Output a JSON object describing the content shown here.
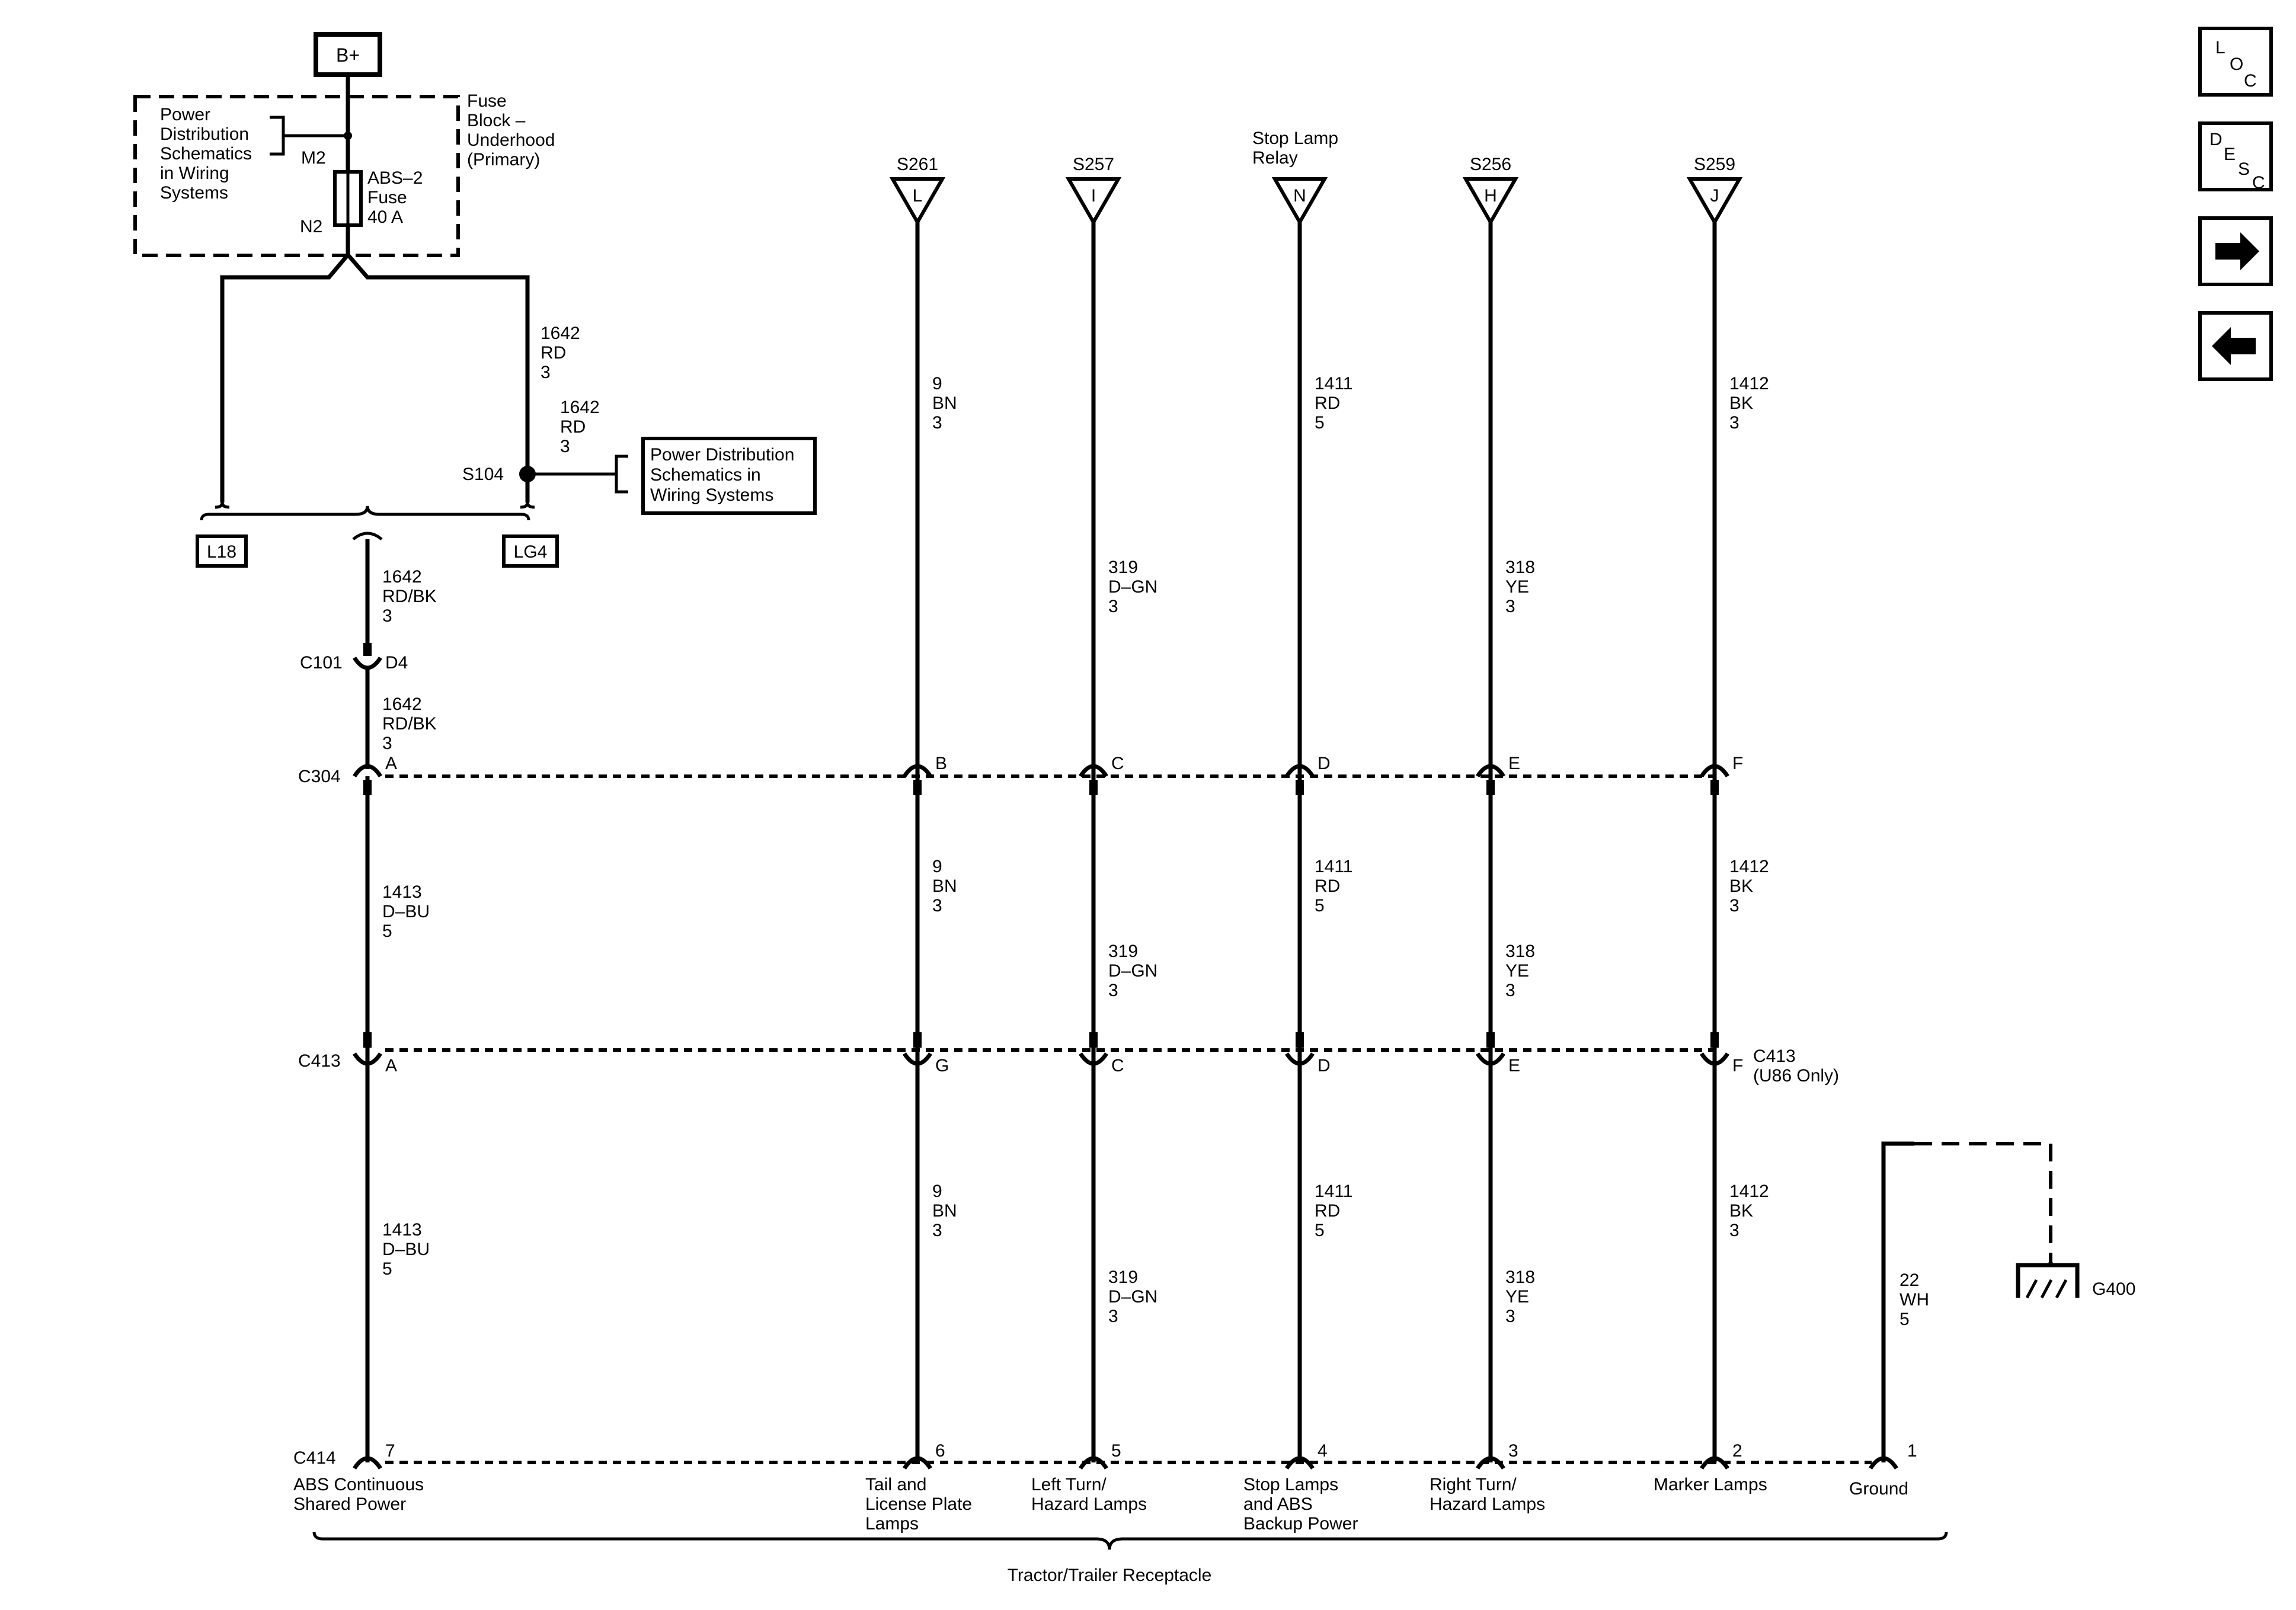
{
  "supply": {
    "bplus": "B+",
    "pds_note": [
      "Power",
      "Distribution",
      "Schematics",
      "in Wiring",
      "Systems"
    ],
    "fuse_block": [
      "Fuse",
      "Block –",
      "Underhood",
      "(Primary)"
    ],
    "fuse_name": [
      "ABS–2",
      "Fuse",
      "40 A"
    ],
    "pin_m2": "M2",
    "pin_n2": "N2",
    "wire_upper": [
      "1642",
      "RD",
      "3"
    ],
    "wire_lower": [
      "1642",
      "RD",
      "3"
    ],
    "splice_s104": "S104",
    "pds_box": [
      "Power Distribution",
      "Schematics in",
      "Wiring  Systems"
    ],
    "option_l18": "L18",
    "option_lg4": "LG4",
    "wire_rdbk_1": [
      "1642",
      "RD/BK",
      "3"
    ],
    "c101": "C101",
    "c101_pin": "D4",
    "wire_rdbk_2": [
      "1642",
      "RD/BK",
      "3"
    ],
    "wire_dbu_1": [
      "1413",
      "D–BU",
      "5"
    ],
    "wire_dbu_2": [
      "1413",
      "D–BU",
      "5"
    ]
  },
  "connectors": {
    "c304": "C304",
    "c413": "C413",
    "c413_note": [
      "C413",
      "(U86 Only)"
    ],
    "c414": "C414",
    "c304_pins": [
      "A",
      "B",
      "C",
      "D",
      "E",
      "F"
    ],
    "c413_pins": [
      "A",
      "G",
      "C",
      "D",
      "E",
      "F"
    ],
    "c414_pins": [
      "7",
      "6",
      "5",
      "4",
      "3",
      "2",
      "1"
    ]
  },
  "circuits": [
    {
      "source": "S261",
      "letter": "L",
      "wire_top": [
        "9",
        "BN",
        "3"
      ],
      "wire_mid": [
        "9",
        "BN",
        "3"
      ],
      "wire_bot": [
        "9",
        "BN",
        "3"
      ],
      "load": [
        "Tail and",
        "License Plate",
        "Lamps"
      ]
    },
    {
      "source": "S257",
      "letter": "I",
      "wire_top": [
        "319",
        "D–GN",
        "3"
      ],
      "wire_mid": [
        "319",
        "D–GN",
        "3"
      ],
      "wire_bot": [
        "319",
        "D–GN",
        "3"
      ],
      "load": [
        "Left Turn/",
        "Hazard Lamps"
      ]
    },
    {
      "source": "Stop Lamp|Relay",
      "letter": "N",
      "wire_top": [
        "1411",
        "RD",
        "5"
      ],
      "wire_mid": [
        "1411",
        "RD",
        "5"
      ],
      "wire_bot": [
        "1411",
        "RD",
        "5"
      ],
      "load": [
        "Stop Lamps",
        "and ABS",
        "Backup Power"
      ]
    },
    {
      "source": "S256",
      "letter": "H",
      "wire_top": [
        "318",
        "YE",
        "3"
      ],
      "wire_mid": [
        "318",
        "YE",
        "3"
      ],
      "wire_bot": [
        "318",
        "YE",
        "3"
      ],
      "load": [
        "Right Turn/",
        "Hazard Lamps"
      ]
    },
    {
      "source": "S259",
      "letter": "J",
      "wire_top": [
        "1412",
        "BK",
        "3"
      ],
      "wire_mid": [
        "1412",
        "BK",
        "3"
      ],
      "wire_bot": [
        "1412",
        "BK",
        "3"
      ],
      "load": [
        "Marker Lamps"
      ]
    }
  ],
  "abs_load": [
    "ABS Continuous",
    "Shared Power"
  ],
  "ground": {
    "wire": [
      "22",
      "WH",
      "5"
    ],
    "label": "Ground",
    "g400": "G400"
  },
  "receptacle": "Tractor/Trailer Receptacle",
  "nav": {
    "loc": [
      "L",
      "O",
      "C"
    ],
    "desc": [
      "D",
      "E",
      "S",
      "C"
    ],
    "forward_icon": "arrow-right-icon",
    "back_icon": "arrow-left-icon"
  }
}
